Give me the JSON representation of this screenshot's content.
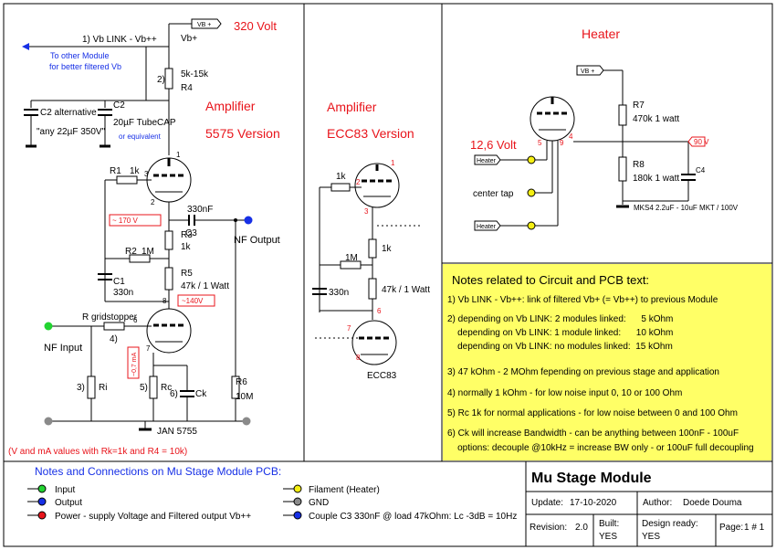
{
  "colors": {
    "red": "#e8141b",
    "blue": "#1730e6",
    "green": "#22d431",
    "yellow": "#f5ef12",
    "gray": "#8a8a8a",
    "notes_bg": "#ffff66"
  },
  "amp5575": {
    "vb_link": "1) Vb LINK - Vb++",
    "to_other": "To other Module",
    "better_filtered": "for better filtered Vb",
    "vb_tag": "VB +",
    "volt320": "320 Volt",
    "vbplus": "Vb+",
    "r4_value": "5k-15k",
    "r4_label": "R4",
    "note2": "2)",
    "c2_label": "C2",
    "c2_value": "20µF TubeCAP",
    "c2_equiv": "or equivalent",
    "c2_alt_label": "C2 alternative",
    "c2_alt_value": "\"any 22µF 350V\"",
    "amp_title": "Amplifier",
    "amp_version": "5575 Version",
    "pin1": "1",
    "pin2": "2",
    "pin3": "3",
    "pin6": "6",
    "pin7": "7",
    "pin8": "8",
    "r1_label": "R1",
    "r1_value": "1k",
    "c3_cap": "330nF",
    "c3_label": "C3",
    "v170": "~ 170 V",
    "nf_output": "NF Output",
    "r3_label": "R3",
    "r3_value": "1k",
    "r2_label": "R2",
    "r2_value": "1M",
    "c1_label": "C1",
    "c1_value": "330n",
    "r5_label": "R5",
    "r5_value": "47k / 1 Watt",
    "v140": "~140V",
    "r_gridstopper": "R gridstopper",
    "note4": "4)",
    "nf_input": "NF Input",
    "ma07": "~0,7 mA",
    "ri_label": "Ri",
    "note3": "3)",
    "rc_label": "Rc",
    "note5": "5)",
    "ck_label": "Ck",
    "note6": "6)",
    "r6_label": "R6",
    "r6_value": "10M",
    "jan": "JAN 5755",
    "footnote": "(V and mA values with Rk=1k and R4 = 10k)"
  },
  "ecc83": {
    "title": "Amplifier",
    "version": "ECC83 Version",
    "pin1": "1",
    "pin2": "2",
    "pin3": "3",
    "pin6": "6",
    "pin7": "7",
    "pin8": "8",
    "r_top": "1k",
    "r_mid": "1k",
    "r_1m": "1M",
    "r_47k": "47k / 1 Watt",
    "cap": "330n",
    "tube_name": "ECC83"
  },
  "heater": {
    "title": "Heater",
    "vb_tag": "VB +",
    "r7_label": "R7",
    "r7_value": "470k 1 watt",
    "volt126": "12,6 Volt",
    "pin5": "5",
    "pin9": "9",
    "pin4": "4",
    "v90": "90 V",
    "heater_tag1": "Heater",
    "heater_tag2": "Heater",
    "center_tap": "center tap",
    "r8_label": "R8",
    "r8_value": "180k 1 watt",
    "c4_label": "C4",
    "mks": "MKS4 2.2uF - 10uF MKT / 100V"
  },
  "notes": {
    "title": "Notes related to Circuit and PCB text:",
    "lines": [
      "1) Vb LINK - Vb++: link of filtered Vb+ (= Vb++) to previous Module",
      "2) depending on Vb LINK: 2 modules linked:      5 kOhm",
      "    depending on Vb LINK: 1 module linked:      10 kOhm",
      "    depending on Vb LINK: no modules linked:  15 kOhm",
      "3) 47 kOhm - 2 MOhm fepending on previous stage and application",
      "4) normally 1 kOhm - for low noise input 0, 10 or 100 Ohm",
      "5) Rc 1k for normal applications - for low noise between 0 and 100 Ohm",
      "6) Ck will increase Bandwidth - can be anything between 100nF - 100uF",
      "    options: decouple @10kHz = increase BW only - or 100uF full decoupling"
    ]
  },
  "legend": {
    "title": "Notes and Connections on Mu Stage Module PCB:",
    "input": "Input",
    "output": "Output",
    "power": "Power - supply Voltage and Filtered output Vb++",
    "filament": "Filament (Heater)",
    "gnd": "GND",
    "couple": "Couple C3 330nF @ load 47kOhm: Lc -3dB = 10Hz"
  },
  "titleblock": {
    "title": "Mu Stage Module",
    "update_label": "Update:",
    "update_value": "17-10-2020",
    "author_label": "Author:",
    "author_value": "Doede Douma",
    "revision_label": "Revision:",
    "revision_value": "2.0",
    "built_label": "Built:",
    "built_value": "YES",
    "design_label": "Design ready:",
    "design_value": "YES",
    "page_label": "Page:",
    "page_value": "1 # 1"
  }
}
